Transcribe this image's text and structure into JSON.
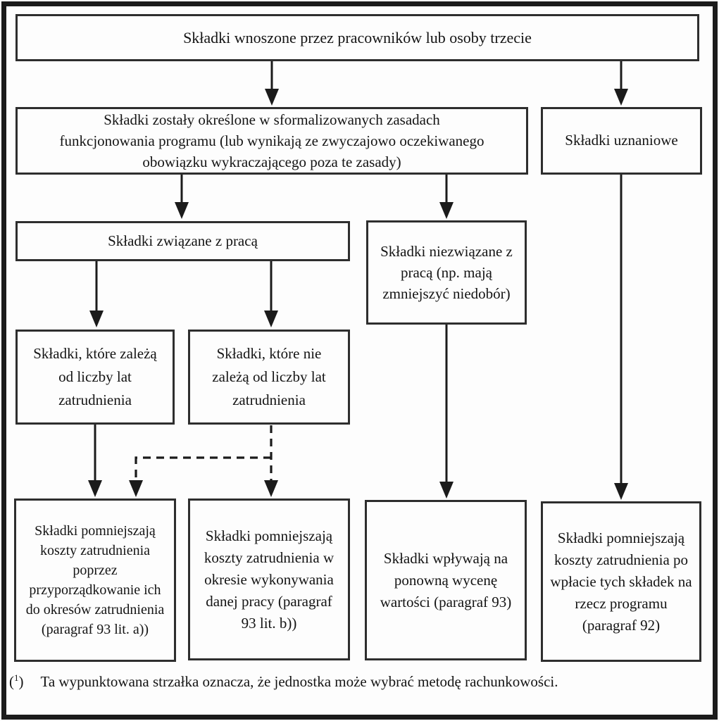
{
  "diagram": {
    "ink_color": "#1b1b1b",
    "background_color": "#fdfdfd",
    "nodes": {
      "contributions": "Składki wnoszone przez pracowników lub osoby trzecie",
      "formal_terms": "Składki zostały określone w sformalizowanych zasadach funkcjonowania programu (lub wynikają ze zwyczajowo oczekiwanego obowiązku wykraczającego poza te zasady)",
      "discretionary": "Składki uznaniowe",
      "linked_to_service": "Składki związane z pracą",
      "not_linked_to_service": "Składki niezwiązane z pracą (np. mają zmniejszyć niedobór)",
      "dependent_on_years": "Składki, które zależą od liczby lat zatrudnienia",
      "independent_of_years": "Składki, które nie zależą od liczby lat zatrudnienia",
      "outcome_attribution": "Składki pomniejszają koszty zatrudnienia poprzez przyporządkowanie ich do okresów zatrudnienia (paragraf 93 lit. a))",
      "outcome_service_period": "Składki pomniejszają koszty zatrudnienia w okresie wykonywania danej pracy (paragraf 93 lit. b))",
      "outcome_remeasurement": "Składki wpływają na ponowną wycenę wartości (paragraf 93)",
      "outcome_on_payment": "Składki pomniejszają koszty zatrudnienia po wpłacie tych składek na rzecz programu (paragraf 92)"
    },
    "footnote": {
      "open_paren": "(",
      "marker": "1",
      "close_paren": ")",
      "text": "Ta wypunktowana strzałka oznacza, że jednostka może wybrać metodę rachunkowości."
    }
  }
}
